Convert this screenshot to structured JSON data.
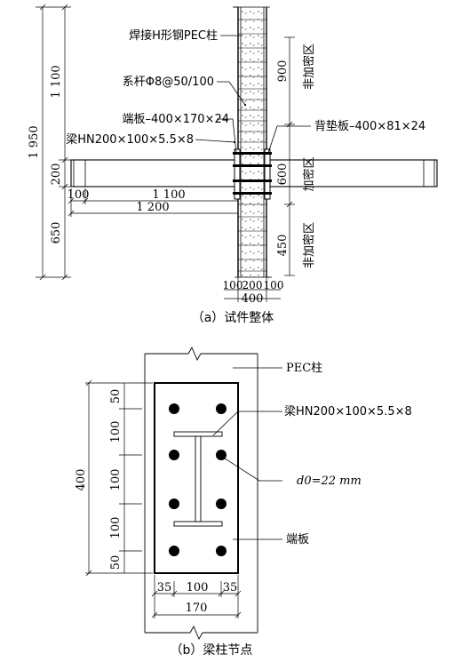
{
  "part_a": {
    "labels": {
      "column": "焊接H形钢PEC柱",
      "tie_bar": "系杆Φ8@50/100",
      "end_plate": "端板–400×170×24",
      "beam": "梁HN200×100×5.5×8",
      "backing_plate": "背垫板–400×81×24"
    },
    "zones": {
      "upper": "非加密区",
      "middle": "加密区",
      "lower": "非加密区"
    },
    "dims": {
      "total_height": "1 950",
      "upper_height": "1 100",
      "beam_depth": "200",
      "lower_height": "650",
      "zone_upper": "900",
      "zone_middle": "600",
      "zone_lower": "450",
      "beam_offset": "100",
      "beam_len": "1 100",
      "beam_total": "1 200",
      "col_a": "100",
      "col_b": "200",
      "col_c": "100",
      "col_width": "400"
    },
    "caption": "（a）试件整体"
  },
  "part_b": {
    "labels": {
      "column": "PEC柱",
      "beam": "梁HN200×100×5.5×8",
      "bolt_hole": "d0=22 mm",
      "end_plate": "端板"
    },
    "dims": {
      "plate_height": "400",
      "spacings": [
        "50",
        "100",
        "100",
        "100",
        "50"
      ],
      "edge_left": "35",
      "mid": "100",
      "edge_right": "35",
      "plate_width": "170"
    },
    "caption": "（b）梁柱节点"
  }
}
